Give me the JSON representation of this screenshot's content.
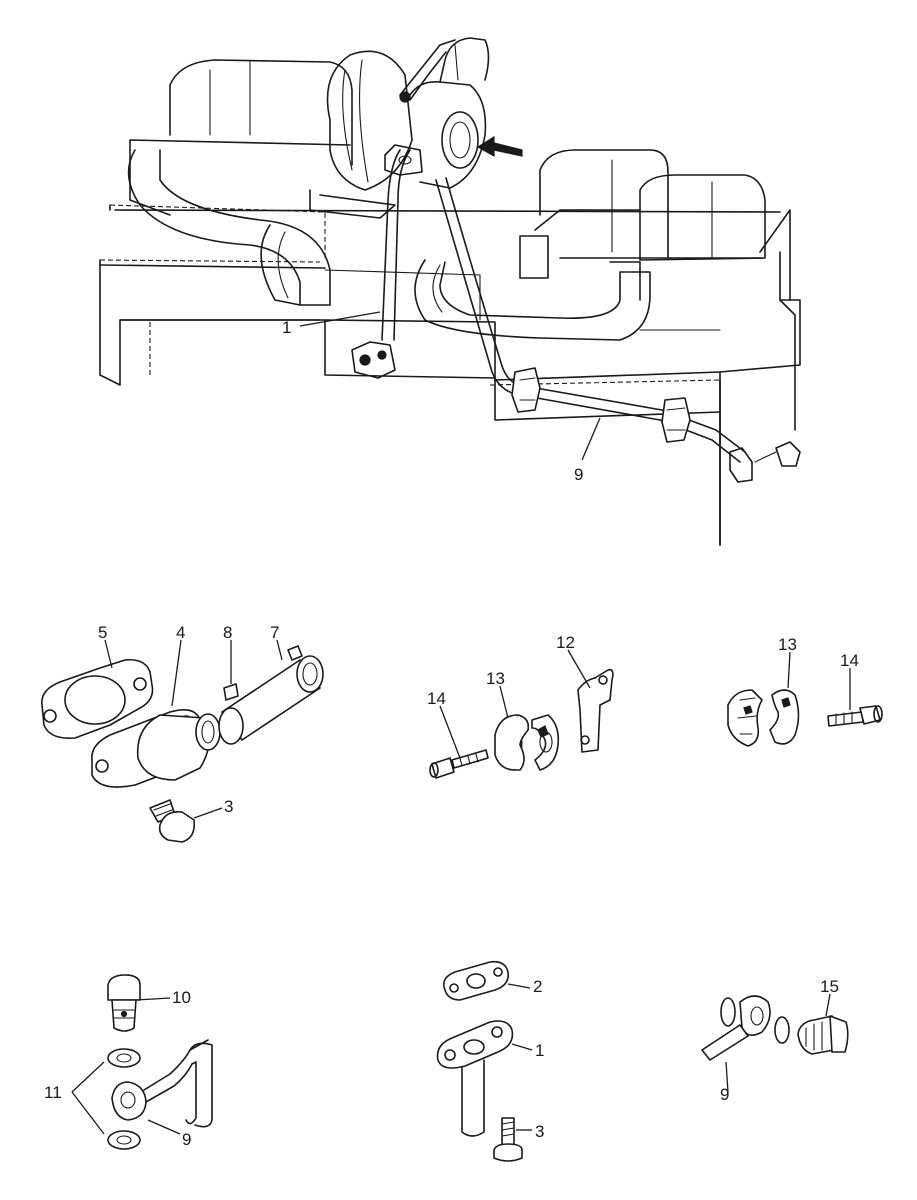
{
  "diagram": {
    "part_numbers": {
      "engine_pipe": "1",
      "engine_line": "9",
      "gasket_5": "5",
      "elbow_4": "4",
      "nipple_8": "8",
      "hose_7": "7",
      "bolt_3": "3",
      "bracket_12": "12",
      "clamp_13a": "13",
      "bolt_14a": "14",
      "clamp_13b": "13",
      "bolt_14b": "14",
      "banjo_bolt_10": "10",
      "washers_11": "11",
      "banjo_9": "9",
      "gasket_2": "2",
      "pipe_1": "1",
      "screw_3": "3",
      "line_9": "9",
      "fitting_15": "15"
    }
  }
}
